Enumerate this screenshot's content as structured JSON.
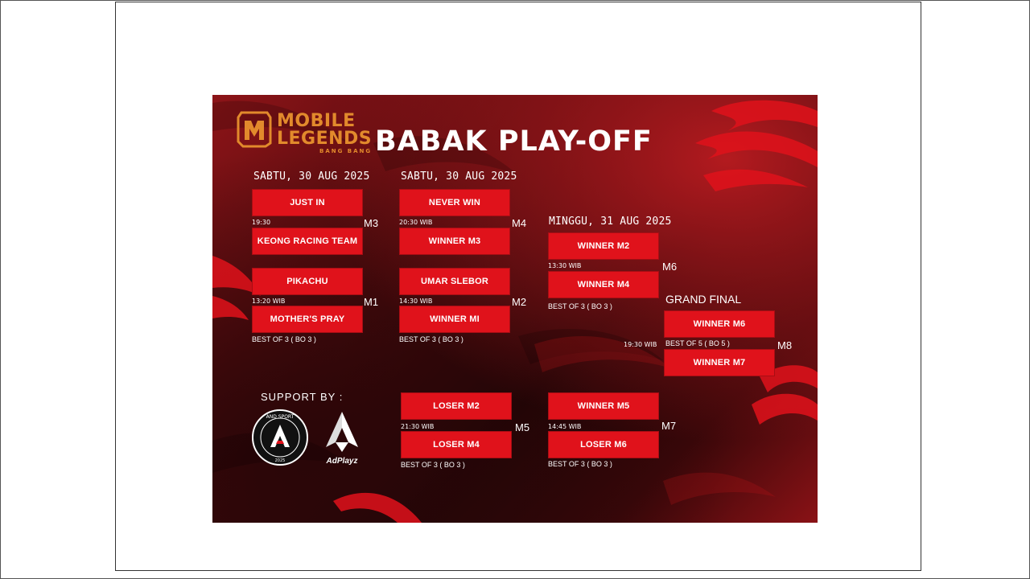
{
  "logo": {
    "line1": "MOBILE",
    "line2": "LEGENDS",
    "line3": "BANG BANG"
  },
  "title": "BABAK PLAY-OFF",
  "dates": {
    "col1": "SABTU, 30 AUG 2025",
    "col2": "SABTU, 30 AUG 2025",
    "col3": "MINGGU, 31 AUG 2025"
  },
  "matches": {
    "m3": {
      "team_a": "JUST IN",
      "team_b": "KEONG RACING TEAM",
      "time": "19:30",
      "label": "M3"
    },
    "m1": {
      "team_a": "PIKACHU",
      "team_b": "MOTHER'S PRAY",
      "time": "13:20 WIB",
      "label": "M1",
      "format": "BEST OF 3 ( BO 3 )"
    },
    "m4": {
      "team_a": "NEVER WIN",
      "team_b": "WINNER M3",
      "time": "20:30 WIB",
      "label": "M4"
    },
    "m2": {
      "team_a": "UMAR SLEBOR",
      "team_b": "WINNER MI",
      "time": "14:30 WIB",
      "label": "M2",
      "format": "BEST OF 3 ( BO 3 )"
    },
    "m6": {
      "team_a": "WINNER M2",
      "team_b": "WINNER M4",
      "time": "13:30 WIB",
      "label": "M6",
      "format": "BEST OF 3 ( BO 3 )"
    },
    "m8": {
      "team_a": "WINNER M6",
      "team_b": "WINNER M7",
      "time": "19:30 WIB",
      "label": "M8",
      "format": "BEST OF 5 ( BO 5 )",
      "heading": "GRAND FINAL"
    },
    "m5": {
      "team_a": "LOSER M2",
      "team_b": "LOSER M4",
      "time": "21:30 WIB",
      "label": "M5",
      "format": "BEST OF 3 ( BO 3 )"
    },
    "m7": {
      "team_a": "WINNER M5",
      "team_b": "LOSER M6",
      "time": "14:45 WIB",
      "label": "M7",
      "format": "BEST OF 3 ( BO 3 )"
    }
  },
  "support": {
    "label": "SUPPORT BY :",
    "sponsor1_top": "AND SPORT",
    "sponsor1_year": "2025",
    "sponsor2": "AdPlayz"
  },
  "colors": {
    "team_box": "#e0121b",
    "logo_orange": "#e28a2c",
    "background_dark": "#1c0405",
    "background_red": "#8d1418"
  }
}
